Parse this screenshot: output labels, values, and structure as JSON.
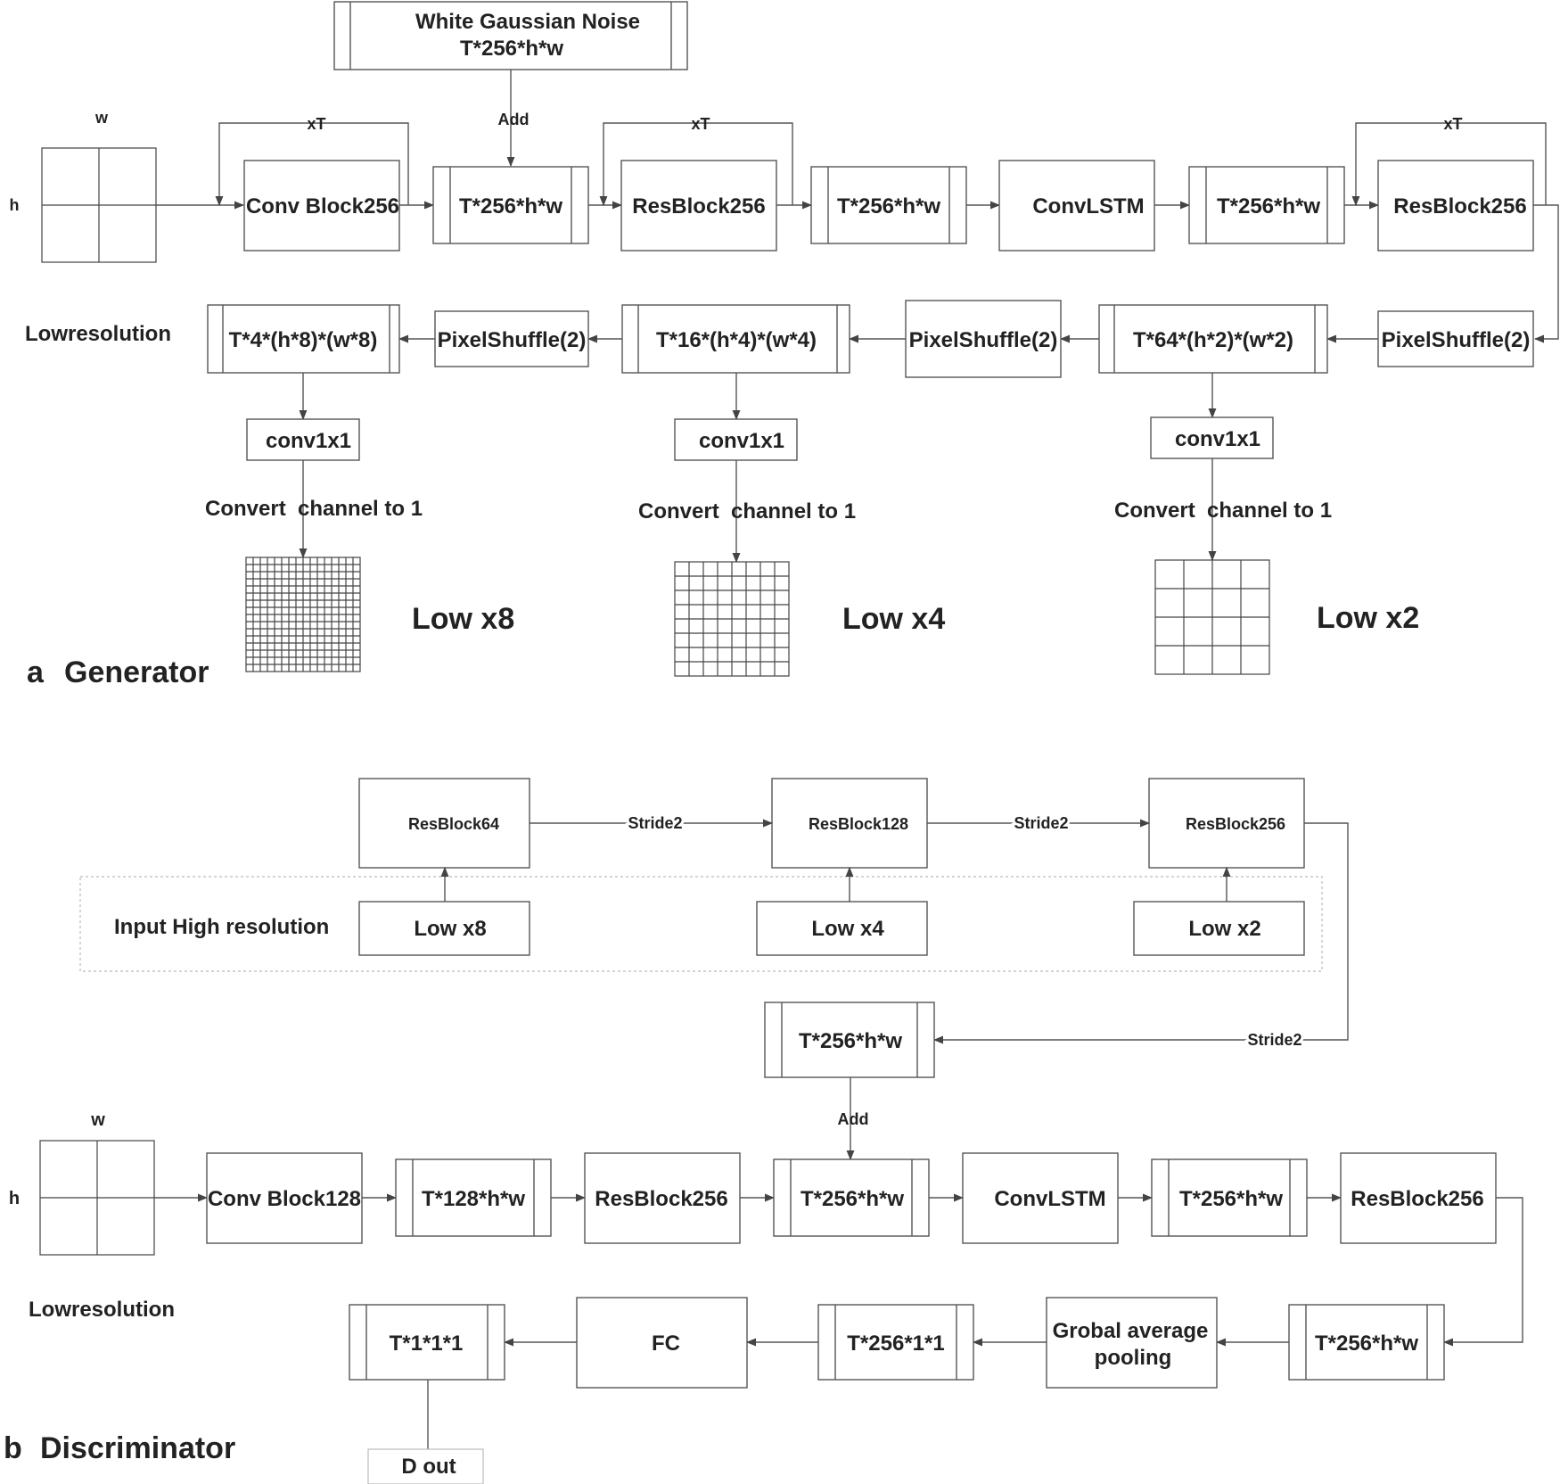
{
  "generator": {
    "section_letter": "a",
    "section_title": "Generator",
    "noise": {
      "line1": "White Gaussian Noise",
      "line2": "T*256*h*w"
    },
    "add_label": "Add",
    "repeat_label": "xT",
    "input_w": "w",
    "input_h": "h",
    "low_resolution": "Lowresolution",
    "row1": {
      "convblock": "Conv Block256",
      "tensor1": "T*256*h*w",
      "resblock1": "ResBlock256",
      "tensor2": "T*256*h*w",
      "convlstm": "ConvLSTM",
      "tensor3": "T*256*h*w",
      "resblock2": "ResBlock256"
    },
    "row2": {
      "pixelshuffle": "PixelShuffle(2)",
      "tensor_x2": "T*64*(h*2)*(w*2)",
      "tensor_x4": "T*16*(h*4)*(w*4)",
      "tensor_x8": "T*4*(h*8)*(w*8)"
    },
    "conv1x1": "conv1x1",
    "convert": "Convert  channel to 1",
    "outputs": {
      "x8": "Low x8",
      "x4": "Low x4",
      "x2": "Low x2"
    }
  },
  "discriminator": {
    "section_letter": "b",
    "section_title": "Discriminator",
    "stride_label": "Stride2",
    "input_high_resolution": "Input High resolution",
    "resblocks": {
      "r64": "ResBlock64",
      "r128": "ResBlock128",
      "r256": "ResBlock256"
    },
    "inputs": {
      "x8": "Low x8",
      "x4": "Low x4",
      "x2": "Low x2"
    },
    "side_tensor": "T*256*h*w",
    "add_label": "Add",
    "input_w": "w",
    "input_h": "h",
    "low_resolution": "Lowresolution",
    "row1": {
      "convblock": "Conv Block128",
      "tensor1": "T*128*h*w",
      "resblock1": "ResBlock256",
      "tensor2": "T*256*h*w",
      "convlstm": "ConvLSTM",
      "tensor3": "T*256*h*w",
      "resblock2": "ResBlock256"
    },
    "row2": {
      "tensor_in": "T*256*h*w",
      "pooling_line1": "Grobal average",
      "pooling_line2": "pooling",
      "tensor_pooled": "T*256*1*1",
      "fc": "FC",
      "tensor_out": "T*1*1*1"
    },
    "d_out": "D out"
  }
}
